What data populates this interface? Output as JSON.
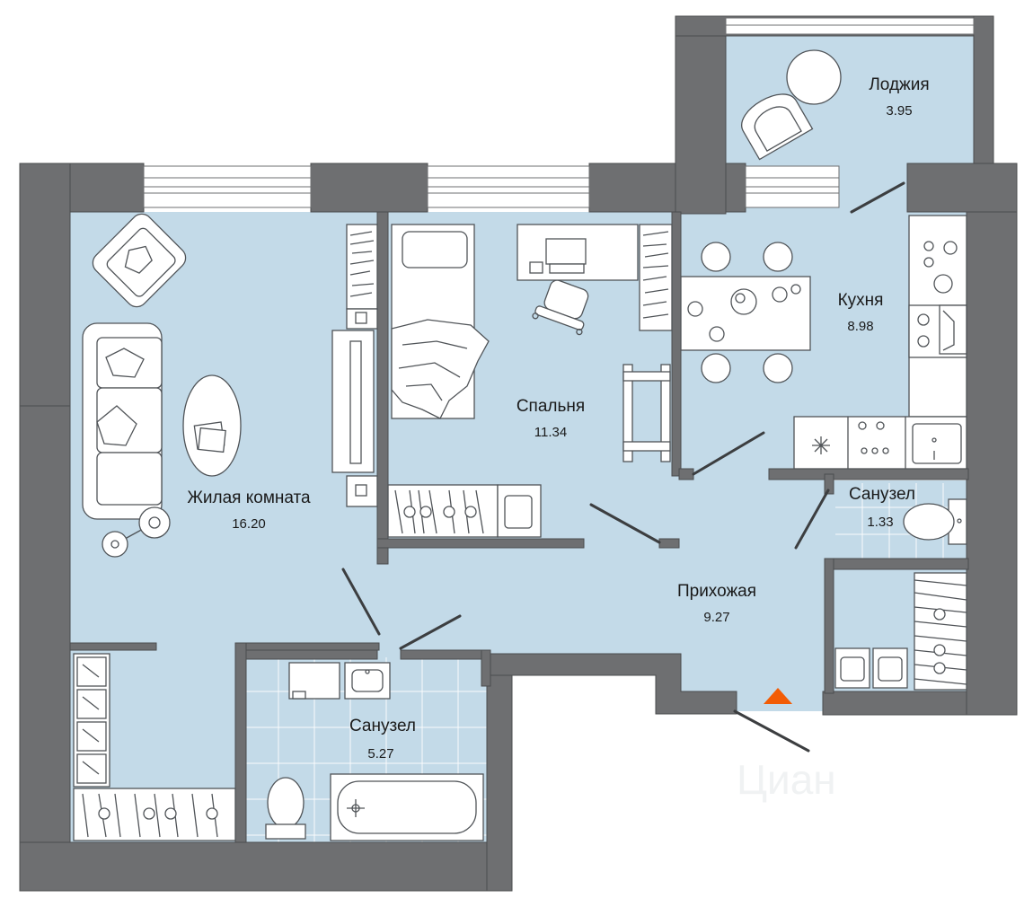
{
  "rooms": {
    "living": {
      "name": "Жилая комната",
      "area": "16.20"
    },
    "bedroom": {
      "name": "Спальня",
      "area": "11.34"
    },
    "kitchen": {
      "name": "Кухня",
      "area": "8.98"
    },
    "loggia": {
      "name": "Лоджия",
      "area": "3.95"
    },
    "hallway": {
      "name": "Прихожая",
      "area": "9.27"
    },
    "bath_small": {
      "name": "Санузел",
      "area": "1.33"
    },
    "bath_large": {
      "name": "Санузел",
      "area": "5.27"
    }
  },
  "watermark": "Циан",
  "colors": {
    "floor": "#c3dae8",
    "wall": "#6e6f71",
    "wall_edge": "#4b4c4e",
    "window": "#ffffff",
    "entrance_marker": "#f25c05"
  },
  "icons": [
    "armchair-icon",
    "sofa-icon",
    "floor-lamp-icon",
    "coffee-table-icon",
    "bed-icon",
    "desk-icon",
    "laptop-icon",
    "office-chair-icon",
    "dining-table-icon",
    "stove-icon",
    "sink-icon",
    "toilet-icon",
    "bathtub-icon",
    "washing-machine-icon",
    "wardrobe-icon",
    "shoe-rack-icon",
    "entrance-arrow-icon"
  ]
}
